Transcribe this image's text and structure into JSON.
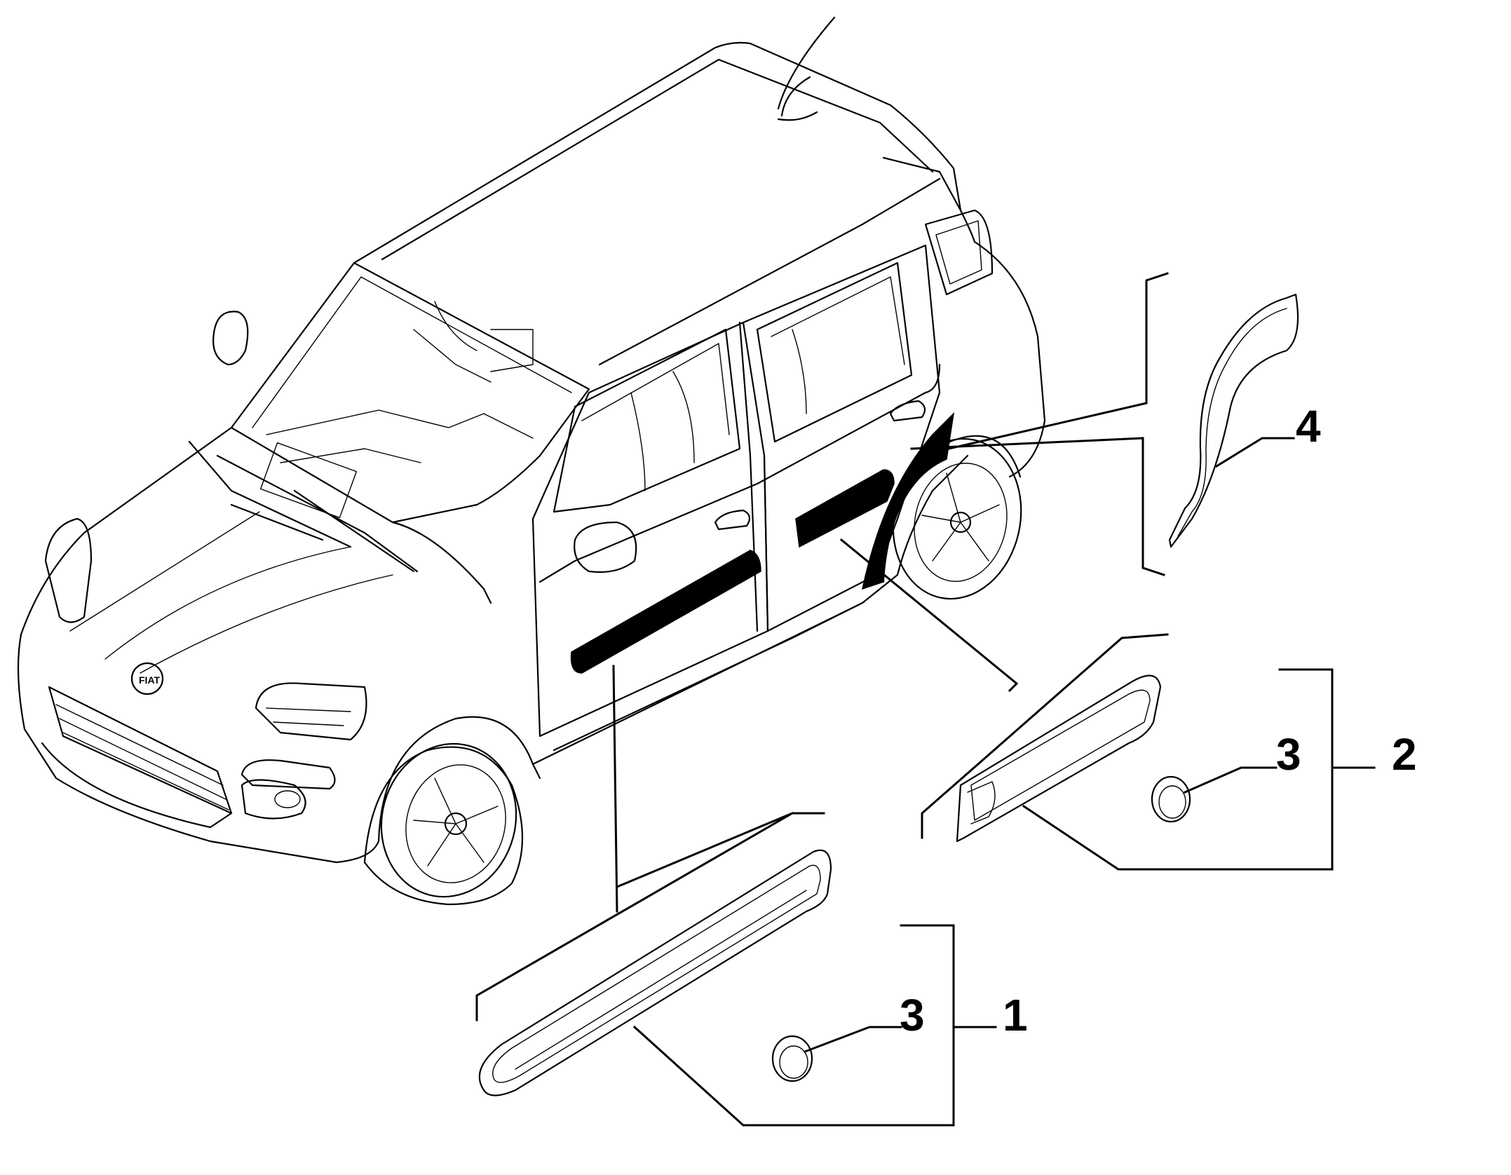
{
  "callouts": {
    "c1": "1",
    "c2": "2",
    "c3a": "3",
    "c3b": "3",
    "c4": "4"
  },
  "colors": {
    "ink": "#000000",
    "paper": "#ffffff"
  }
}
